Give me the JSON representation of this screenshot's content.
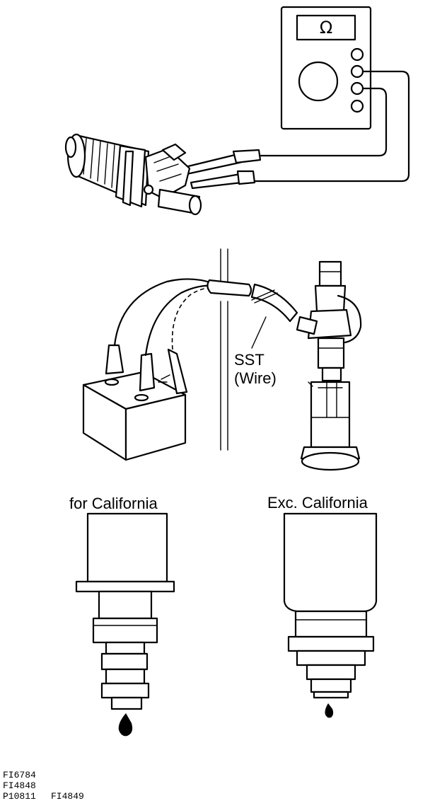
{
  "meter": {
    "display_symbol": "Ω"
  },
  "sst": {
    "line1": "SST",
    "line2": "(Wire)"
  },
  "labels": {
    "left": "for California",
    "right": "Exc. California"
  },
  "codes": {
    "line1": "FI6784",
    "line2": "FI4848",
    "line3a": "P10811",
    "line3b": "FI4849"
  }
}
